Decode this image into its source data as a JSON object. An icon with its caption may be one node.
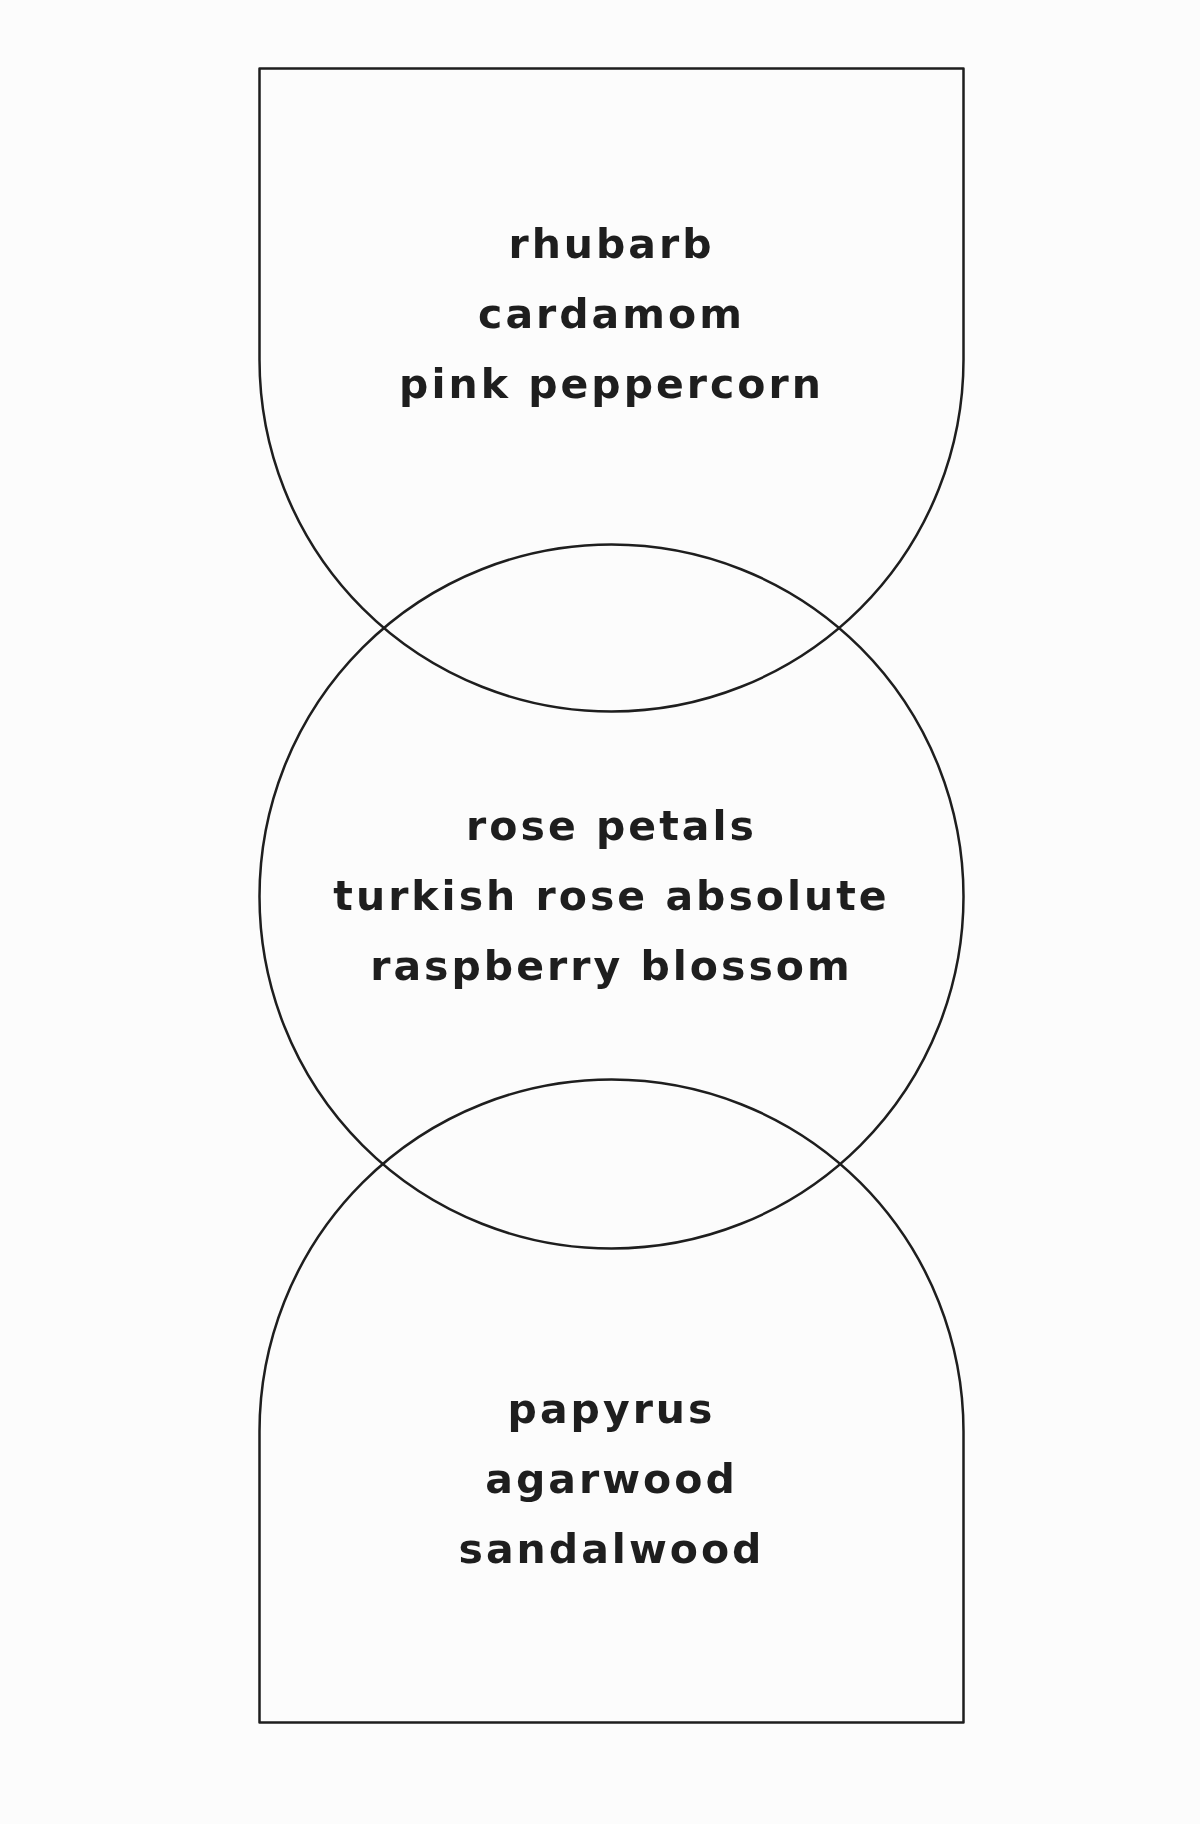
{
  "diagram": {
    "nodes": [
      {
        "text": [
          "rhubarb",
          "cardamom",
          "pink peppercorn"
        ]
      },
      {
        "text": [
          "rose petals",
          "turkish rose absolute",
          "raspberry blossom"
        ]
      },
      {
        "text": [
          "papyrus",
          "agarwood",
          "sandalwood"
        ]
      }
    ]
  }
}
